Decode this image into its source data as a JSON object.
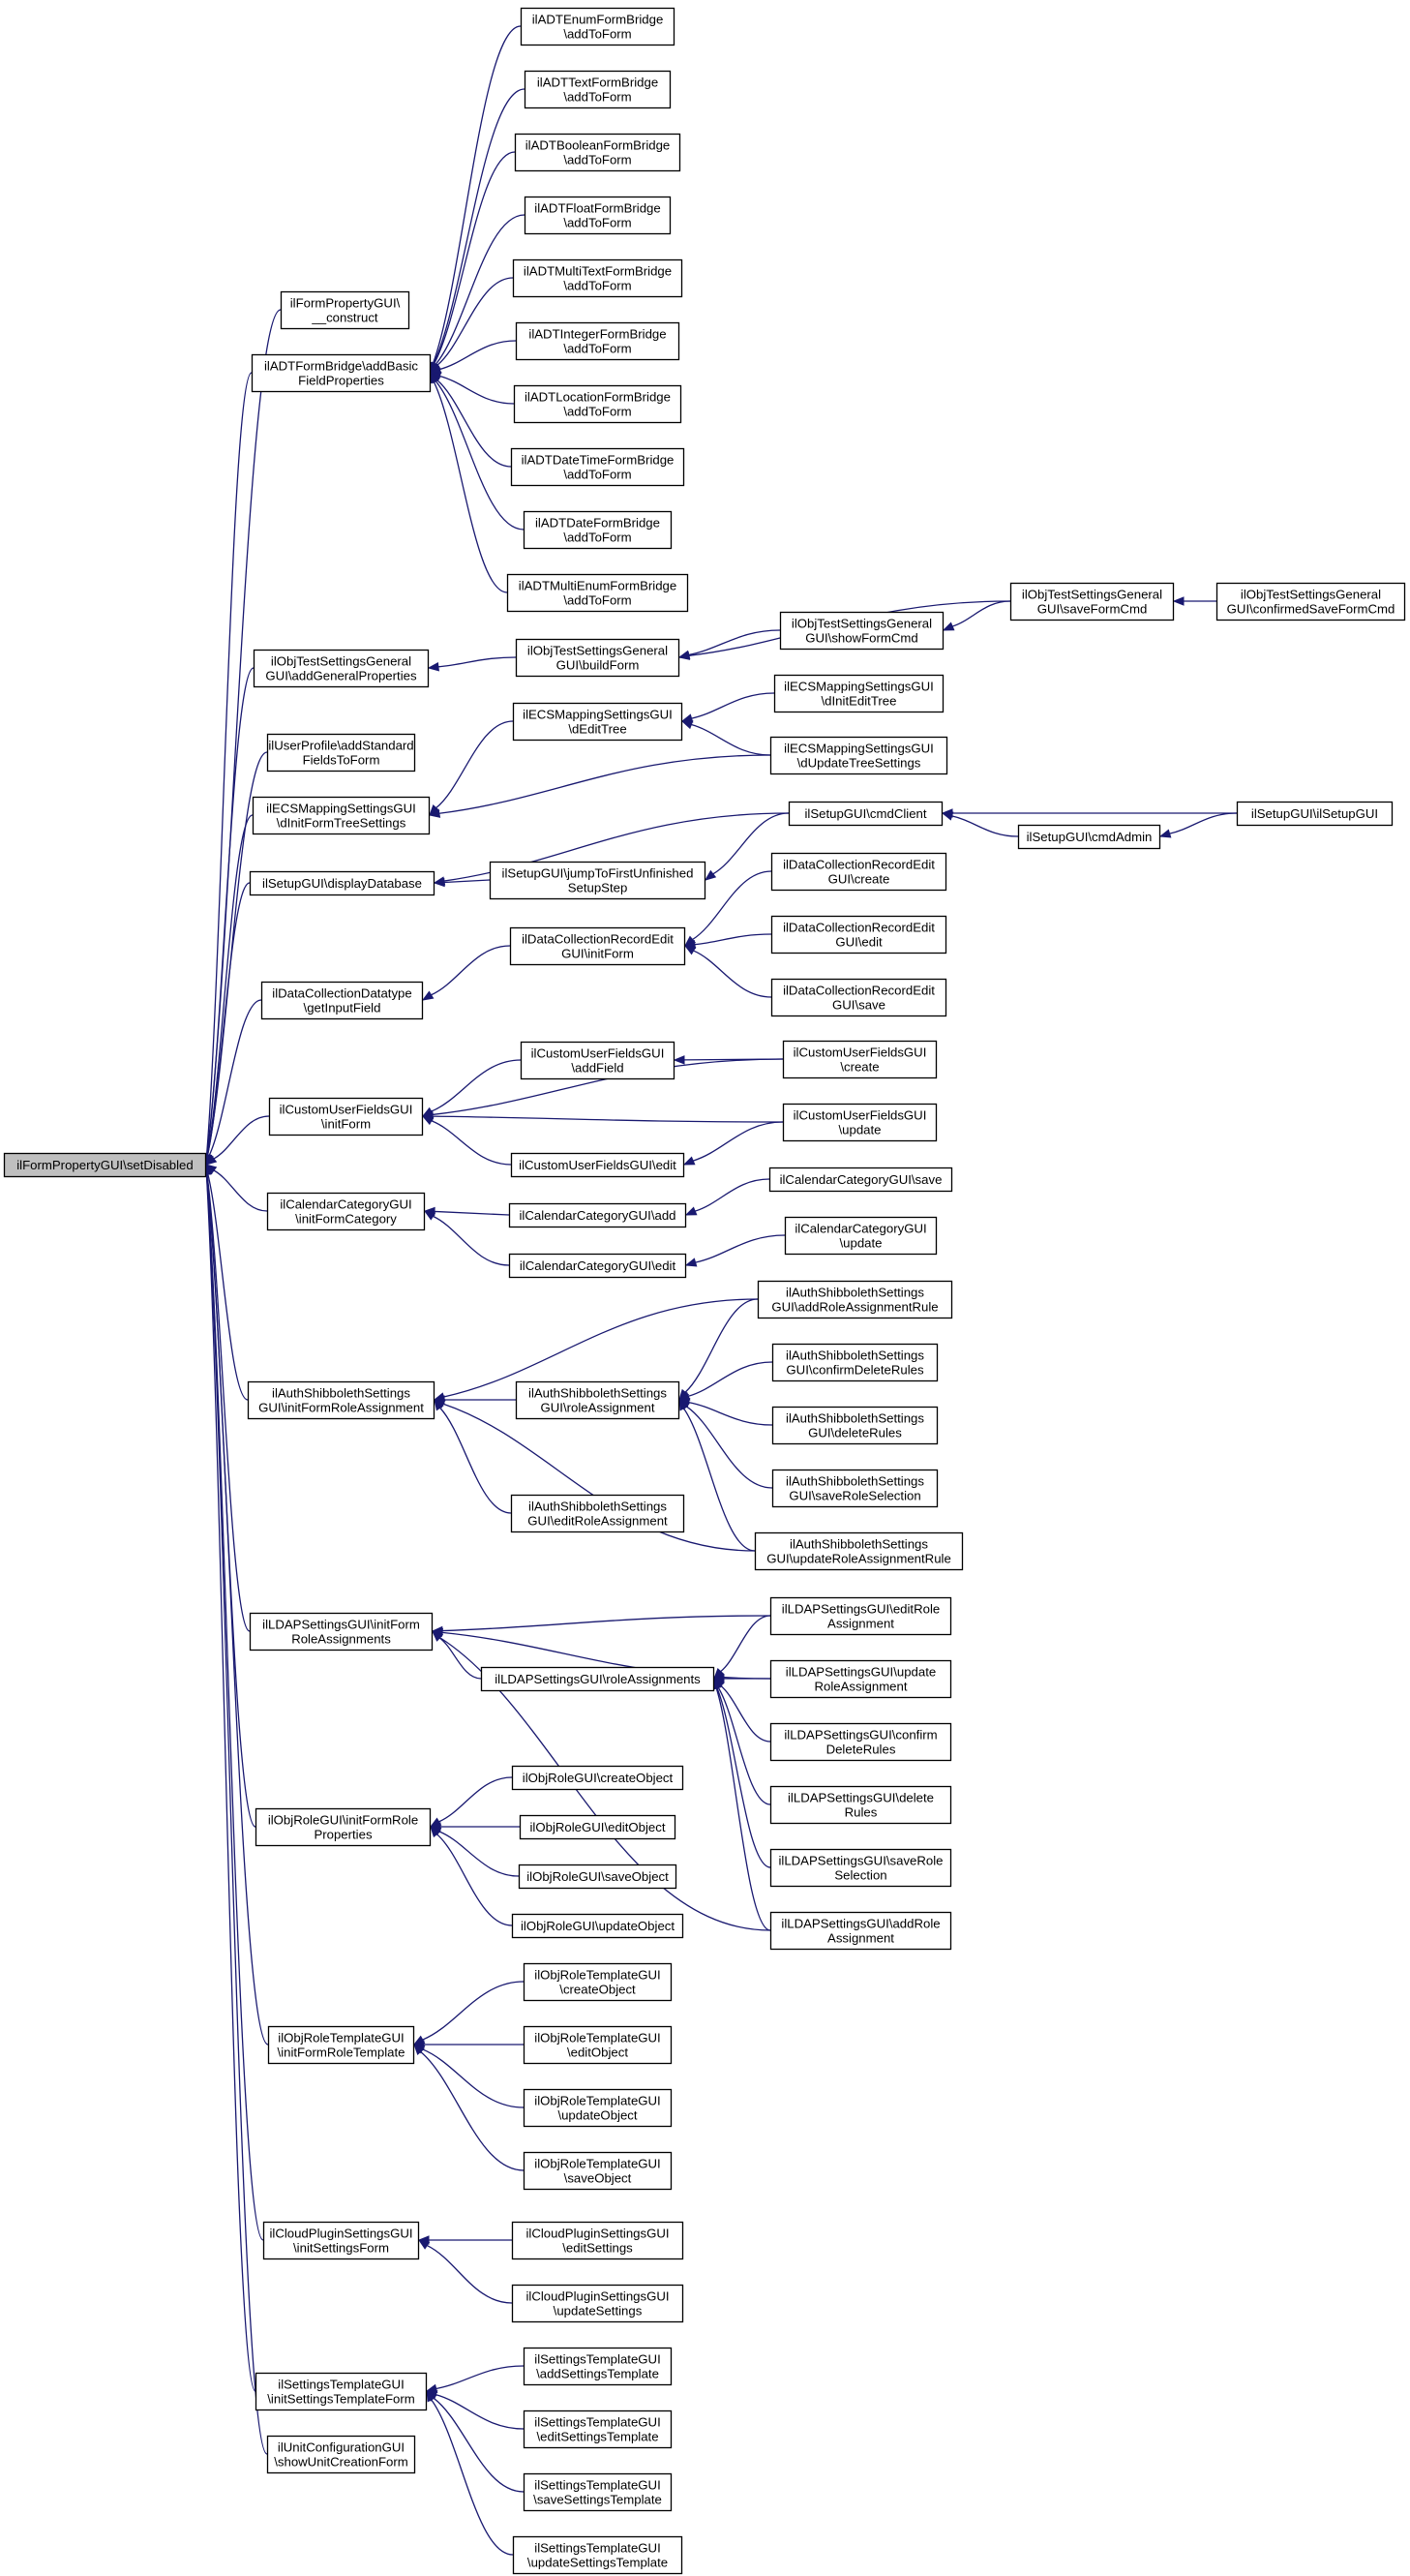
{
  "graph": {
    "edge_color": "#191970",
    "root_fill": "#bfbfbf",
    "nodes": [
      {
        "id": "root",
        "lines": [
          "ilFormPropertyGUI\\setDisabled"
        ]
      },
      {
        "id": "fp_construct",
        "lines": [
          "ilFormPropertyGUI\\",
          "__construct"
        ]
      },
      {
        "id": "adt_basic",
        "lines": [
          "ilADTFormBridge\\addBasic",
          "FieldProperties"
        ]
      },
      {
        "id": "adt_enum",
        "lines": [
          "ilADTEnumFormBridge",
          "\\addToForm"
        ]
      },
      {
        "id": "adt_text",
        "lines": [
          "ilADTTextFormBridge",
          "\\addToForm"
        ]
      },
      {
        "id": "adt_bool",
        "lines": [
          "ilADTBooleanFormBridge",
          "\\addToForm"
        ]
      },
      {
        "id": "adt_float",
        "lines": [
          "ilADTFloatFormBridge",
          "\\addToForm"
        ]
      },
      {
        "id": "adt_multitext",
        "lines": [
          "ilADTMultiTextFormBridge",
          "\\addToForm"
        ]
      },
      {
        "id": "adt_int",
        "lines": [
          "ilADTIntegerFormBridge",
          "\\addToForm"
        ]
      },
      {
        "id": "adt_loc",
        "lines": [
          "ilADTLocationFormBridge",
          "\\addToForm"
        ]
      },
      {
        "id": "adt_datetime",
        "lines": [
          "ilADTDateTimeFormBridge",
          "\\addToForm"
        ]
      },
      {
        "id": "adt_date",
        "lines": [
          "ilADTDateFormBridge",
          "\\addToForm"
        ]
      },
      {
        "id": "adt_multienum",
        "lines": [
          "ilADTMultiEnumFormBridge",
          "\\addToForm"
        ]
      },
      {
        "id": "ots_addgen",
        "lines": [
          "ilObjTestSettingsGeneral",
          "GUI\\addGeneralProperties"
        ]
      },
      {
        "id": "ots_build",
        "lines": [
          "ilObjTestSettingsGeneral",
          "GUI\\buildForm"
        ]
      },
      {
        "id": "ots_show",
        "lines": [
          "ilObjTestSettingsGeneral",
          "GUI\\showFormCmd"
        ]
      },
      {
        "id": "ots_save",
        "lines": [
          "ilObjTestSettingsGeneral",
          "GUI\\saveFormCmd"
        ]
      },
      {
        "id": "ots_confirm",
        "lines": [
          "ilObjTestSettingsGeneral",
          "GUI\\confirmedSaveFormCmd"
        ]
      },
      {
        "id": "up_add",
        "lines": [
          "ilUserProfile\\addStandard",
          "FieldsToForm"
        ]
      },
      {
        "id": "ecs_init",
        "lines": [
          "ilECSMappingSettingsGUI",
          "\\dInitFormTreeSettings"
        ]
      },
      {
        "id": "ecs_edit",
        "lines": [
          "ilECSMappingSettingsGUI",
          "\\dEditTree"
        ]
      },
      {
        "id": "ecs_initedit",
        "lines": [
          "ilECSMappingSettingsGUI",
          "\\dInitEditTree"
        ]
      },
      {
        "id": "ecs_update",
        "lines": [
          "ilECSMappingSettingsGUI",
          "\\dUpdateTreeSettings"
        ]
      },
      {
        "id": "setup_disp",
        "lines": [
          "ilSetupGUI\\displayDatabase"
        ]
      },
      {
        "id": "setup_jump",
        "lines": [
          "ilSetupGUI\\jumpToFirstUnfinished",
          "SetupStep"
        ]
      },
      {
        "id": "setup_cmdclient",
        "lines": [
          "ilSetupGUI\\cmdClient"
        ]
      },
      {
        "id": "setup_cmdadmin",
        "lines": [
          "ilSetupGUI\\cmdAdmin"
        ]
      },
      {
        "id": "setup_ctor",
        "lines": [
          "ilSetupGUI\\ilSetupGUI"
        ]
      },
      {
        "id": "dc_datatype",
        "lines": [
          "ilDataCollectionDatatype",
          "\\getInputField"
        ]
      },
      {
        "id": "dc_init",
        "lines": [
          "ilDataCollectionRecordEdit",
          "GUI\\initForm"
        ]
      },
      {
        "id": "dc_create",
        "lines": [
          "ilDataCollectionRecordEdit",
          "GUI\\create"
        ]
      },
      {
        "id": "dc_edit",
        "lines": [
          "ilDataCollectionRecordEdit",
          "GUI\\edit"
        ]
      },
      {
        "id": "dc_save",
        "lines": [
          "ilDataCollectionRecordEdit",
          "GUI\\save"
        ]
      },
      {
        "id": "cuf_init",
        "lines": [
          "ilCustomUserFieldsGUI",
          "\\initForm"
        ]
      },
      {
        "id": "cuf_addfield",
        "lines": [
          "ilCustomUserFieldsGUI",
          "\\addField"
        ]
      },
      {
        "id": "cuf_edit",
        "lines": [
          "ilCustomUserFieldsGUI\\edit"
        ]
      },
      {
        "id": "cuf_create",
        "lines": [
          "ilCustomUserFieldsGUI",
          "\\create"
        ]
      },
      {
        "id": "cuf_update",
        "lines": [
          "ilCustomUserFieldsGUI",
          "\\update"
        ]
      },
      {
        "id": "cal_init",
        "lines": [
          "ilCalendarCategoryGUI",
          "\\initFormCategory"
        ]
      },
      {
        "id": "cal_add",
        "lines": [
          "ilCalendarCategoryGUI\\add"
        ]
      },
      {
        "id": "cal_edit",
        "lines": [
          "ilCalendarCategoryGUI\\edit"
        ]
      },
      {
        "id": "cal_save",
        "lines": [
          "ilCalendarCategoryGUI\\save"
        ]
      },
      {
        "id": "cal_update",
        "lines": [
          "ilCalendarCategoryGUI",
          "\\update"
        ]
      },
      {
        "id": "shib_init",
        "lines": [
          "ilAuthShibbolethSettings",
          "GUI\\initFormRoleAssignment"
        ]
      },
      {
        "id": "shib_role",
        "lines": [
          "ilAuthShibbolethSettings",
          "GUI\\roleAssignment"
        ]
      },
      {
        "id": "shib_editrole",
        "lines": [
          "ilAuthShibbolethSettings",
          "GUI\\editRoleAssignment"
        ]
      },
      {
        "id": "shib_addrule",
        "lines": [
          "ilAuthShibbolethSettings",
          "GUI\\addRoleAssignmentRule"
        ]
      },
      {
        "id": "shib_confirm",
        "lines": [
          "ilAuthShibbolethSettings",
          "GUI\\confirmDeleteRules"
        ]
      },
      {
        "id": "shib_delete",
        "lines": [
          "ilAuthShibbolethSettings",
          "GUI\\deleteRules"
        ]
      },
      {
        "id": "shib_saverole",
        "lines": [
          "ilAuthShibbolethSettings",
          "GUI\\saveRoleSelection"
        ]
      },
      {
        "id": "shib_updaterule",
        "lines": [
          "ilAuthShibbolethSettings",
          "GUI\\updateRoleAssignmentRule"
        ]
      },
      {
        "id": "ldap_init",
        "lines": [
          "ilLDAPSettingsGUI\\initForm",
          "RoleAssignments"
        ]
      },
      {
        "id": "ldap_role",
        "lines": [
          "ilLDAPSettingsGUI\\roleAssignments"
        ]
      },
      {
        "id": "ldap_editrole",
        "lines": [
          "ilLDAPSettingsGUI\\editRole",
          "Assignment"
        ]
      },
      {
        "id": "ldap_update",
        "lines": [
          "ilLDAPSettingsGUI\\update",
          "RoleAssignment"
        ]
      },
      {
        "id": "ldap_confirm",
        "lines": [
          "ilLDAPSettingsGUI\\confirm",
          "DeleteRules"
        ]
      },
      {
        "id": "ldap_delete",
        "lines": [
          "ilLDAPSettingsGUI\\delete",
          "Rules"
        ]
      },
      {
        "id": "ldap_saverole",
        "lines": [
          "ilLDAPSettingsGUI\\saveRole",
          "Selection"
        ]
      },
      {
        "id": "ldap_addrole",
        "lines": [
          "ilLDAPSettingsGUI\\addRole",
          "Assignment"
        ]
      },
      {
        "id": "role_init",
        "lines": [
          "ilObjRoleGUI\\initFormRole",
          "Properties"
        ]
      },
      {
        "id": "role_create",
        "lines": [
          "ilObjRoleGUI\\createObject"
        ]
      },
      {
        "id": "role_edit",
        "lines": [
          "ilObjRoleGUI\\editObject"
        ]
      },
      {
        "id": "role_save",
        "lines": [
          "ilObjRoleGUI\\saveObject"
        ]
      },
      {
        "id": "role_update",
        "lines": [
          "ilObjRoleGUI\\updateObject"
        ]
      },
      {
        "id": "rt_init",
        "lines": [
          "ilObjRoleTemplateGUI",
          "\\initFormRoleTemplate"
        ]
      },
      {
        "id": "rt_create",
        "lines": [
          "ilObjRoleTemplateGUI",
          "\\createObject"
        ]
      },
      {
        "id": "rt_edit",
        "lines": [
          "ilObjRoleTemplateGUI",
          "\\editObject"
        ]
      },
      {
        "id": "rt_update",
        "lines": [
          "ilObjRoleTemplateGUI",
          "\\updateObject"
        ]
      },
      {
        "id": "rt_save",
        "lines": [
          "ilObjRoleTemplateGUI",
          "\\saveObject"
        ]
      },
      {
        "id": "cloud_init",
        "lines": [
          "ilCloudPluginSettingsGUI",
          "\\initSettingsForm"
        ]
      },
      {
        "id": "cloud_edit",
        "lines": [
          "ilCloudPluginSettingsGUI",
          "\\editSettings"
        ]
      },
      {
        "id": "cloud_update",
        "lines": [
          "ilCloudPluginSettingsGUI",
          "\\updateSettings"
        ]
      },
      {
        "id": "st_init",
        "lines": [
          "ilSettingsTemplateGUI",
          "\\initSettingsTemplateForm"
        ]
      },
      {
        "id": "st_add",
        "lines": [
          "ilSettingsTemplateGUI",
          "\\addSettingsTemplate"
        ]
      },
      {
        "id": "st_edit",
        "lines": [
          "ilSettingsTemplateGUI",
          "\\editSettingsTemplate"
        ]
      },
      {
        "id": "st_save",
        "lines": [
          "ilSettingsTemplateGUI",
          "\\saveSettingsTemplate"
        ]
      },
      {
        "id": "st_update",
        "lines": [
          "ilSettingsTemplateGUI",
          "\\updateSettingsTemplate"
        ]
      },
      {
        "id": "unit_show",
        "lines": [
          "ilUnitConfigurationGUI",
          "\\showUnitCreationForm"
        ]
      }
    ]
  }
}
